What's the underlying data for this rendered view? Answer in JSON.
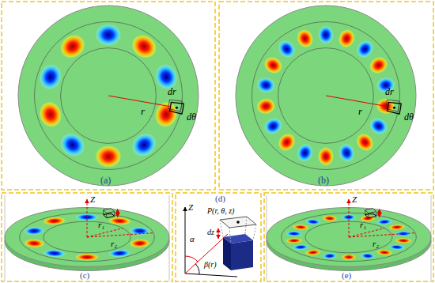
{
  "diagram": {
    "labels": [
      "r",
      "dr",
      "dθ",
      "(a)",
      "r",
      "dr",
      "dθ",
      "(b)",
      "Z",
      "r₁",
      "r₂",
      "(c)",
      "Z",
      "P(r, θ, z)",
      "dz",
      "α",
      "β(r)",
      "(d)",
      "Z",
      "r₁",
      "r₂",
      "(e)"
    ]
  }
}
